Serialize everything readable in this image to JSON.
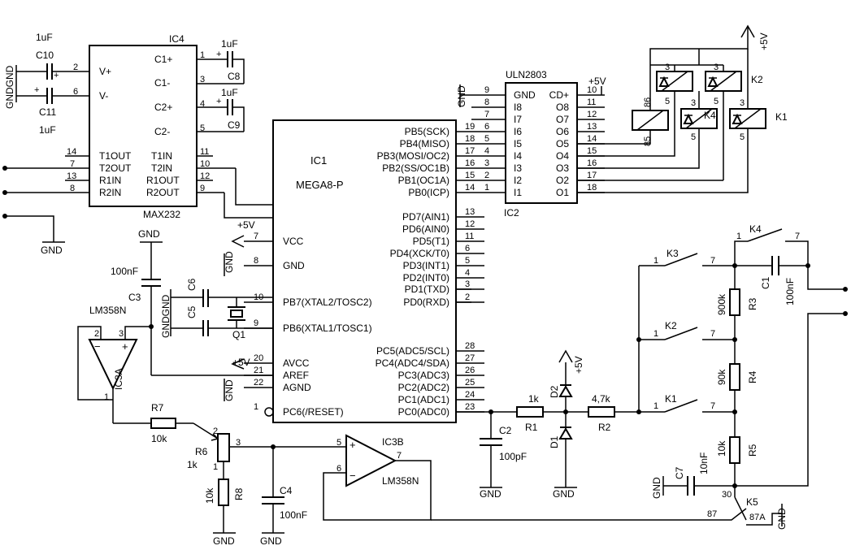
{
  "ics": {
    "ic4": {
      "ref": "IC4",
      "part": "MAX232",
      "left_pins": [
        "V+",
        "V-",
        "T1OUT",
        "T2OUT",
        "R1IN",
        "R2IN"
      ],
      "right_pins": [
        "C1+",
        "C1-",
        "C2+",
        "C2-",
        "T1IN",
        "T2IN",
        "R1OUT",
        "R2OUT"
      ],
      "pin_nums": [
        "2",
        "6",
        "14",
        "7",
        "13",
        "8",
        "1",
        "3",
        "4",
        "5",
        "11",
        "10",
        "12",
        "9"
      ]
    },
    "ic1": {
      "ref": "IC1",
      "part": "MEGA8-P",
      "left_pins": [
        "VCC",
        "GND",
        "PB7(XTAL2/TOSC2)",
        "PB6(XTAL1/TOSC1)",
        "AVCC",
        "AREF",
        "AGND",
        "PC6(/RESET)"
      ],
      "left_nums": [
        "7",
        "8",
        "10",
        "9",
        "20",
        "21",
        "22",
        "1"
      ],
      "right_pins": [
        "PB5(SCK)",
        "PB4(MISO)",
        "PB3(MOSI/OC2)",
        "PB2(SS/OC1B)",
        "PB1(OC1A)",
        "PB0(ICP)",
        "PD7(AIN1)",
        "PD6(AIN0)",
        "PD5(T1)",
        "PD4(XCK/T0)",
        "PD3(INT1)",
        "PD2(INT0)",
        "PD1(TXD)",
        "PD0(RXD)",
        "PC5(ADC5/SCL)",
        "PC4(ADC4/SDA)",
        "PC3(ADC3)",
        "PC2(ADC2)",
        "PC1(ADC1)",
        "PC0(ADC0)"
      ],
      "right_nums": [
        "19",
        "18",
        "17",
        "16",
        "15",
        "14",
        "13",
        "12",
        "11",
        "6",
        "5",
        "4",
        "3",
        "2",
        "28",
        "27",
        "26",
        "25",
        "24",
        "23"
      ]
    },
    "ic2": {
      "ref": "IC2",
      "part": "ULN2803",
      "left_pins": [
        "GND",
        "I8",
        "I7",
        "I6",
        "I5",
        "I4",
        "I3",
        "I2",
        "I1"
      ],
      "left_nums": [
        "9",
        "8",
        "7",
        "6",
        "5",
        "4",
        "3",
        "2",
        "1"
      ],
      "right_pins": [
        "CD+",
        "O8",
        "O7",
        "O6",
        "O5",
        "O4",
        "O3",
        "O2",
        "O1"
      ],
      "right_nums": [
        "10",
        "11",
        "12",
        "13",
        "14",
        "15",
        "16",
        "17",
        "18"
      ]
    }
  },
  "opamps": {
    "ic3a": {
      "ref": "IC3A",
      "part": "LM358N",
      "pins": [
        "2",
        "3",
        "1"
      ]
    },
    "ic3b": {
      "ref": "IC3B",
      "part": "LM358N",
      "pins": [
        "5",
        "6",
        "7"
      ]
    }
  },
  "caps": {
    "c10": {
      "ref": "C10",
      "value": "1uF"
    },
    "c11": {
      "ref": "C11",
      "value": "1uF"
    },
    "c8": {
      "ref": "C8",
      "value": "1uF"
    },
    "c9": {
      "ref": "C9",
      "value": "1uF"
    },
    "c3": {
      "ref": "C3",
      "value": "100nF"
    },
    "c6": {
      "ref": "C6"
    },
    "c5": {
      "ref": "C5"
    },
    "c2": {
      "ref": "C2",
      "value": "100pF"
    },
    "c4": {
      "ref": "C4",
      "value": "100nF"
    },
    "c1": {
      "ref": "C1",
      "value": "100nF"
    },
    "c7": {
      "ref": "C7",
      "value": "10nF"
    }
  },
  "resistors": {
    "r7": {
      "ref": "R7",
      "value": "10k"
    },
    "r6": {
      "ref": "R6",
      "value": "1k",
      "pins": [
        "2",
        "3",
        "1"
      ]
    },
    "r8": {
      "ref": "R8",
      "value": "10k"
    },
    "r1": {
      "ref": "R1",
      "value": "1k"
    },
    "r2": {
      "ref": "R2",
      "value": "4,7k"
    },
    "r3": {
      "ref": "R3",
      "value": "900k"
    },
    "r4": {
      "ref": "R4",
      "value": "90k"
    },
    "r5": {
      "ref": "R5",
      "value": "10k"
    }
  },
  "diodes": {
    "d1": "D1",
    "d2": "D2"
  },
  "crystal": "Q1",
  "relays": {
    "k1": "K1",
    "k2": "K2",
    "k3": "K3",
    "k4": "K4",
    "k5": "K5",
    "pins": {
      "one": "1",
      "seven": "7",
      "three": "3",
      "five": "5",
      "p85": "85",
      "p86": "86",
      "p87": "87",
      "p87a": "87A",
      "p30": "30"
    }
  },
  "nets": {
    "gnd": "GND",
    "gndgnd": "GNDGND",
    "vcc": "+5V"
  }
}
